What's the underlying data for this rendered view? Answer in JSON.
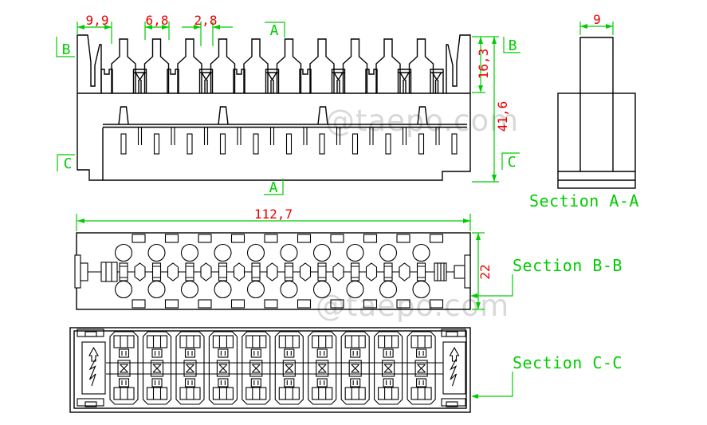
{
  "watermark": {
    "text": "@taepo.com"
  },
  "colors": {
    "line": "#000000",
    "dimension_green": "#00cc00",
    "dimension_text_red": "#ee0000",
    "watermark_gray": "#d8d8d8",
    "background": "#ffffff"
  },
  "front_view": {
    "dim_pitch_left": "9,9",
    "dim_tower_width": "6,8",
    "dim_slot_width": "2,8",
    "dim_teeth_height": "16,3",
    "dim_total_height": "41,6",
    "marks": {
      "a_top": "A",
      "a_bottom": "A",
      "b_left": "B",
      "b_right": "B",
      "c_left": "C",
      "c_right": "C"
    }
  },
  "section_aa": {
    "title": "Section A-A",
    "dim_width": "9"
  },
  "section_bb": {
    "title": "Section B-B",
    "dim_length": "112,7",
    "dim_height": "22"
  },
  "section_cc": {
    "title": "Section C-C"
  }
}
